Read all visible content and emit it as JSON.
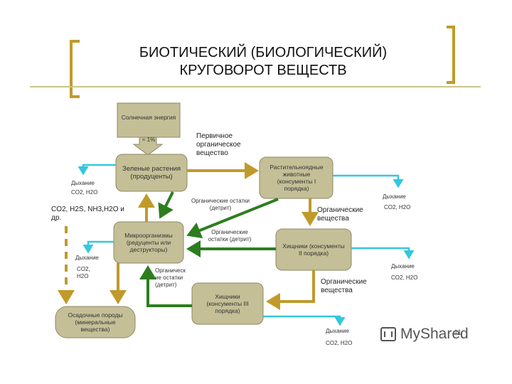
{
  "title": {
    "line1": "БИОТИЧЕСКИЙ (БИОЛОГИЧЕСКИЙ)",
    "line2": "КРУГОВОРОТ ВЕЩЕСТВ"
  },
  "boxes": {
    "solar": "Солнечная энергия",
    "producers": "Зеленые растения (продуценты)",
    "herbivores": "Растительноядные животные (консументы I порядка)",
    "microorganisms": "Микроорганизмы (редуценты или деструкторы)",
    "predators2": "Хищники (консументы II порядка)",
    "predators3": "Хищники (консументы III порядка)",
    "sediments": "Осадочные породы (минеральные вещества)"
  },
  "labels": {
    "one_percent": "≈ 1%",
    "primary_organic": "Первичное органическое вещество",
    "respiration_1": "Дыхание",
    "co2_h2o_1": "CO2, H2O",
    "respiration_2": "Дыхание",
    "co2_h2o_2": "CO2, H2O",
    "respiration_3": "Дыхание",
    "co2_h2o_3": "CO2, H2O",
    "respiration_4": "Дыхание",
    "co2_h2o_4": "CO2, H2O",
    "respiration_5": "Дыхание",
    "co2_h2o_5": "CO2, H2O",
    "gases": "CO2, H2S, NH3,H2O и др.",
    "organic_remains_1": "Органические остатки (детрит)",
    "organic_remains_2": "Органические остатки (детрит)",
    "organic_remains_3": "Органические остатки (детрит)",
    "organic_matter_1": "Органические вещества",
    "organic_matter_2": "Органические вещества"
  },
  "footer": {
    "logo": "MyShared",
    "page": "41"
  },
  "colors": {
    "box_fill": "#c4bf96",
    "gold_arrow": "#c09a2a",
    "green_arrow": "#2d7d1f",
    "cyan_arrow": "#33c7e0",
    "bracket": "#c09a2a",
    "underline": "#c9c58a"
  }
}
